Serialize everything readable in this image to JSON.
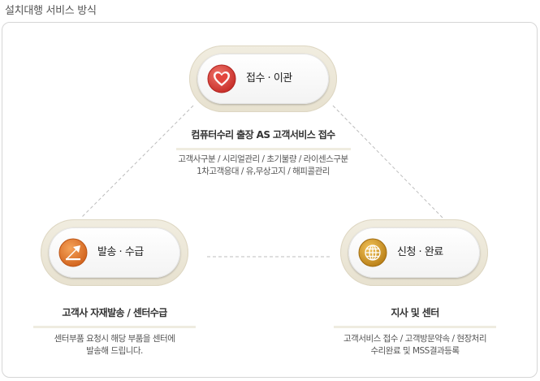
{
  "page": {
    "title": "설치대행 서비스 방식"
  },
  "nodes": {
    "top": {
      "label": "접수 · 이관",
      "icon": "heart-icon",
      "color": "#d93a34"
    },
    "left": {
      "label": "발송 · 수급",
      "icon": "delivery-arrow-icon",
      "color": "#e3762a"
    },
    "right": {
      "label": "신청 · 완료",
      "icon": "globe-icon",
      "color": "#c98f1c"
    }
  },
  "sections": {
    "top": {
      "heading": "컴퓨터수리 출장 AS 고객서비스 접수",
      "lines": [
        "고객사구분 / 시리얼관리 / 초기불량 / 라이센스구분",
        "1차고객응대 / 유,무상고지 / 해피콜관리"
      ]
    },
    "left": {
      "heading": "고객사 자재발송 / 센터수급",
      "lines": [
        "센터부품 요청시 해당 부품을 센터에",
        "발송해 드립니다."
      ]
    },
    "right": {
      "heading": "지사 및 센터",
      "lines": [
        "고객서비스 접수 / 고객방문약속 / 현장처리",
        "수리완료 및 MSS결과등록"
      ]
    }
  }
}
